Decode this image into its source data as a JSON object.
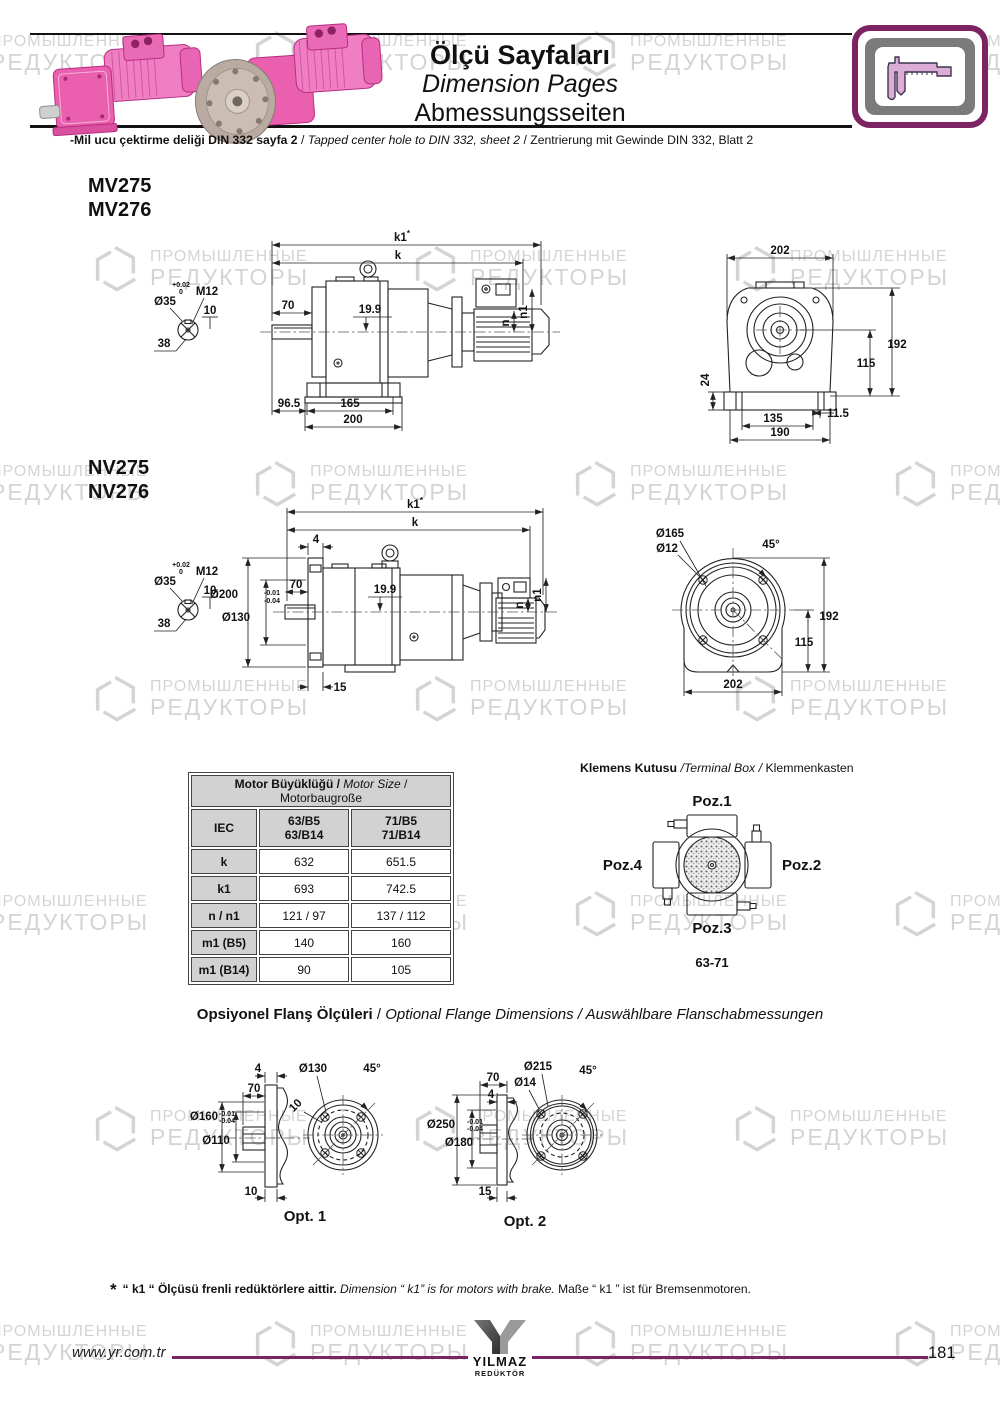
{
  "watermark": {
    "line1": "ПРОМЫШЛЕННЫЕ",
    "line2": "РЕДУКТОРЫ"
  },
  "header": {
    "title_tr": "Ölçü Sayfaları",
    "title_en": "Dimension Pages",
    "title_de": "Abmessungsseiten",
    "note_tr": "-Mil ucu çektirme deliği DIN 332 sayfa 2",
    "sep1": "/",
    "note_en": "Tapped center hole to DIN 332, sheet 2",
    "sep2": "/",
    "note_de": "Zentrierung mit Gewinde DIN 332, Blatt 2"
  },
  "shaft": {
    "dia": "Ø35",
    "tolp": "+0.02",
    "tol0": "0",
    "thread": "M12",
    "d10": "10",
    "d38": "38"
  },
  "mv": {
    "model1": "MV275",
    "model2": "MV276",
    "side": {
      "k1": "k1",
      "star": "*",
      "k": "k",
      "len70": "70",
      "kw": "19.9",
      "n": "n",
      "n1": "n1",
      "b1": "96.5",
      "b2": "165",
      "b3": "200"
    },
    "end": {
      "w202": "202",
      "h192": "192",
      "h115": "115",
      "h24": "24",
      "b135": "135",
      "b115": "11.5",
      "b190": "190"
    }
  },
  "nv": {
    "model1": "NV275",
    "model2": "NV276",
    "side": {
      "k1": "k1",
      "star": "*",
      "k": "k",
      "t4": "4",
      "len70": "70",
      "kw": "19.9",
      "dia200": "Ø200",
      "tol1": "-0.01",
      "tol2": "-0.04",
      "dia130": "Ø130",
      "t15": "15",
      "n": "n",
      "n1": "n1"
    },
    "end": {
      "dia165": "Ø165",
      "dia12": "Ø12",
      "a45": "45°",
      "h192": "192",
      "h115": "115",
      "w202": "202"
    }
  },
  "table": {
    "title_tr": "Motor Büyüklüğü /",
    "title_en": " Motor Size ",
    "title_de": "/ Motorbaugroße",
    "iec": "IEC",
    "col1a": "63/B5",
    "col1b": "63/B14",
    "col2a": "71/B5",
    "col2b": "71/B14",
    "rows": [
      {
        "label": "k",
        "v1": "632",
        "v2": "651.5"
      },
      {
        "label": "k1",
        "v1": "693",
        "v2": "742.5"
      },
      {
        "label": "n / n1",
        "v1": "121 / 97",
        "v2": "137 / 112"
      },
      {
        "label": "m1 (B5)",
        "v1": "140",
        "v2": "160"
      },
      {
        "label": "m1 (B14)",
        "v1": "90",
        "v2": "105"
      }
    ]
  },
  "terminal": {
    "title_tr": "Klemens Kutusu ",
    "title_en": "/Terminal Box / ",
    "title_de": "Klemmenkasten",
    "poz1": "Poz.1",
    "poz2": "Poz.2",
    "poz3": "Poz.3",
    "poz4": "Poz.4",
    "size": "63-71"
  },
  "flange": {
    "title_tr": "Opsiyonel Flanş Ölçüleri",
    "sep": " / ",
    "title_rest": "Optional Flange Dimensions / Auswählbare Flanschabmessungen",
    "opt1": {
      "label": "Opt. 1",
      "t4": "4",
      "t70": "70",
      "dia160": "Ø160",
      "tol1": "-0.01",
      "tol2": "-0.04",
      "dia110": "Ø110",
      "t10b": "10",
      "dia130": "Ø130",
      "hole10": "10",
      "a45": "45°"
    },
    "opt2": {
      "label": "Opt. 2",
      "t70": "70",
      "t4": "4",
      "dia250": "Ø250",
      "tol1": "-0.01",
      "tol2": "-0.04",
      "dia180": "Ø180",
      "t15": "15",
      "dia215": "Ø215",
      "dia14": "Ø14",
      "a45": "45°"
    }
  },
  "footnote": {
    "star": "*",
    "tr": "“ k1 “ Ölçüsü frenli redüktörlere aittir.",
    "en": "Dimension “ k1” is for motors with brake.",
    "de": "Maße “ k1 ” ist für Bremsenmotoren."
  },
  "footer": {
    "url": "www.yr.com.tr",
    "logo1": "YILMAZ",
    "logo2": "REDÜKTÖR",
    "page": "181"
  },
  "colors": {
    "accent": "#7c2363",
    "pink": "#ea5fae",
    "watermark": "#d4d4d4",
    "line": "#222222",
    "table_header_bg": "#d2d2d2"
  }
}
